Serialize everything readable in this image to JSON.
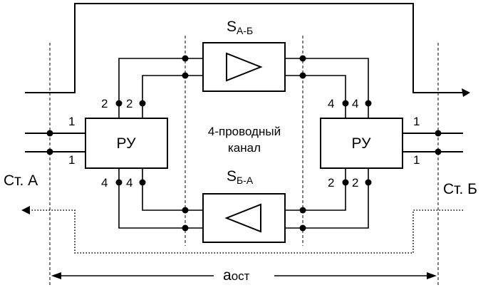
{
  "diagram": {
    "left_hybrid_label": "РУ",
    "right_hybrid_label": "РУ",
    "amp_top": {
      "main": "S",
      "sub": "А-Б"
    },
    "amp_bottom": {
      "main": "S",
      "sub": "Б-А"
    },
    "center_line1": "4-проводный",
    "center_line2": "канал",
    "station_a": "Ст. А",
    "station_b": "Ст. Б",
    "attenuation": {
      "main": "a",
      "sub": "ост"
    },
    "pin_1": "1",
    "pin_2": "2",
    "pin_4": "4"
  }
}
